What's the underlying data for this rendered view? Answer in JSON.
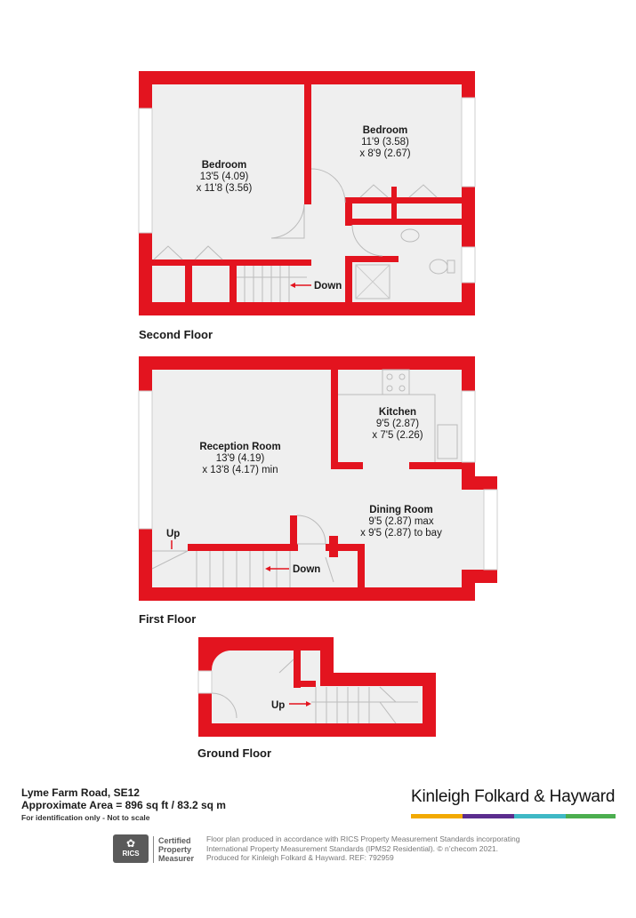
{
  "floors": {
    "second": {
      "label": "Second Floor",
      "rooms": [
        {
          "name": "Bedroom",
          "dim1": "13'5 (4.09)",
          "dim2": "x 11'8 (3.56)"
        },
        {
          "name": "Bedroom",
          "dim1": "11'9 (3.58)",
          "dim2": "x 8'9 (2.67)"
        }
      ],
      "stair_label": "Down"
    },
    "first": {
      "label": "First Floor",
      "rooms": [
        {
          "name": "Reception Room",
          "dim1": "13'9 (4.19)",
          "dim2": "x 13'8 (4.17) min"
        },
        {
          "name": "Kitchen",
          "dim1": "9'5 (2.87)",
          "dim2": "x 7'5 (2.26)"
        },
        {
          "name": "Dining Room",
          "dim1": "9'5 (2.87) max",
          "dim2": "x 9'5 (2.87) to bay"
        }
      ],
      "stair_up_label": "Up",
      "stair_down_label": "Down"
    },
    "ground": {
      "label": "Ground Floor",
      "stair_label": "Up"
    }
  },
  "footer": {
    "address": "Lyme Farm Road, SE12",
    "area": "Approximate Area = 896 sq ft / 83.2 sq m",
    "note": "For identification only - Not to scale",
    "agent": "Kinleigh Folkard & Hayward",
    "agent_colors": [
      "#f2a900",
      "#5b2d8e",
      "#3fb8c5",
      "#4bae4f"
    ],
    "rics_badge": "RICS",
    "rics_cert_line1": "Certified",
    "rics_cert_line2": "Property",
    "rics_cert_line3": "Measurer",
    "disclaimer_line1": "Floor plan produced in accordance with RICS Property Measurement Standards incorporating",
    "disclaimer_line2": "International Property Measurement Standards (IPMS2 Residential).  © n’checom 2021.",
    "disclaimer_line3": "Produced for Kinleigh Folkard & Hayward.   REF: 792959"
  },
  "colors": {
    "wall": "#e3141f",
    "floor_fill": "#efefef",
    "fixture": "#cfcfcf"
  }
}
